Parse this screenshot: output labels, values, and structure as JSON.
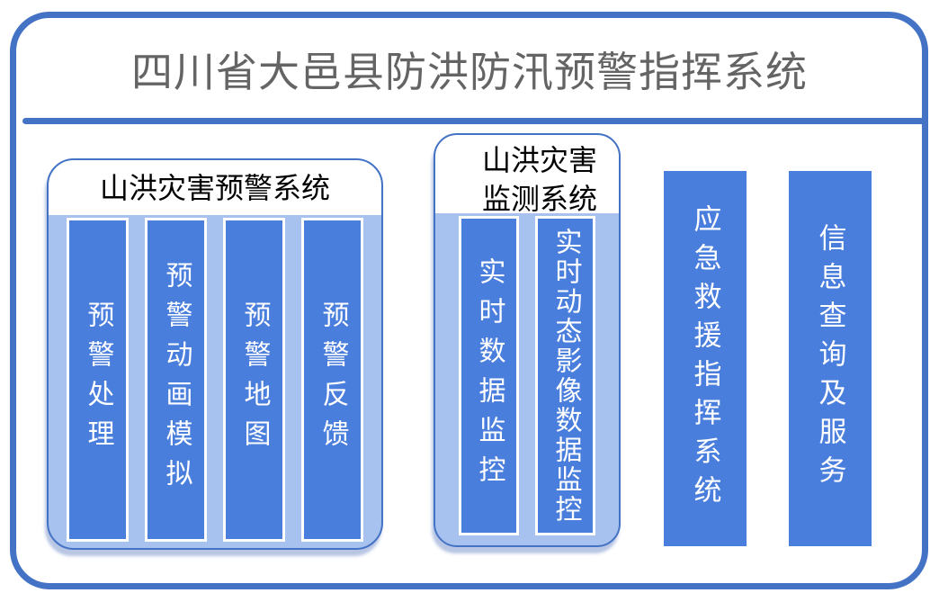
{
  "title": "四川省大邑县防洪防汛预警指挥系统",
  "groups": [
    {
      "label": "山洪灾害预警系统",
      "bars": [
        "预警处理",
        "预警动画模拟",
        "预警地图",
        "预警反馈"
      ]
    },
    {
      "label": "山洪灾害监测系统",
      "bars": [
        "实时数据监控",
        "实时动态影像数据监控"
      ]
    }
  ],
  "standalone_bars": [
    {
      "label": "应急救援指挥系统"
    },
    {
      "label": "信息查询及服务"
    }
  ],
  "colors": {
    "frame_blue": "#4472C4",
    "bar_blue": "#4A7EDC",
    "panel_light_blue": "#A7C2EE",
    "title_gray": "#646464",
    "label_text": "#000000",
    "bar_text": "#FFFFFF"
  }
}
